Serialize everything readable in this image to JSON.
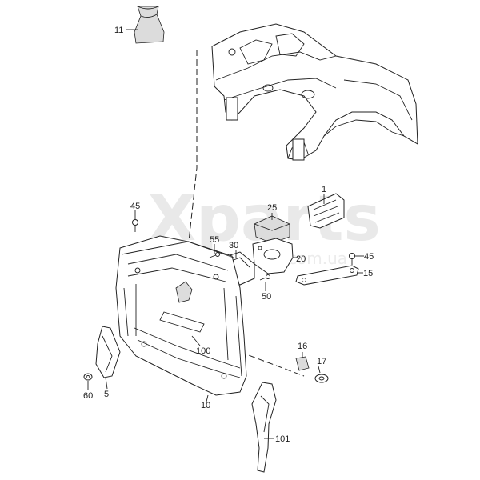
{
  "watermark": {
    "main": "Xparts",
    "sub": "com.ua"
  },
  "labels": [
    {
      "id": "11",
      "text": "11"
    },
    {
      "id": "1",
      "text": "1"
    },
    {
      "id": "25",
      "text": "25"
    },
    {
      "id": "45a",
      "text": "45"
    },
    {
      "id": "55",
      "text": "55"
    },
    {
      "id": "30",
      "text": "30"
    },
    {
      "id": "20",
      "text": "20"
    },
    {
      "id": "45b",
      "text": "45"
    },
    {
      "id": "15",
      "text": "15"
    },
    {
      "id": "50",
      "text": "50"
    },
    {
      "id": "100",
      "text": "100"
    },
    {
      "id": "16",
      "text": "16"
    },
    {
      "id": "17",
      "text": "17"
    },
    {
      "id": "60",
      "text": "60"
    },
    {
      "id": "5",
      "text": "5"
    },
    {
      "id": "10",
      "text": "10"
    },
    {
      "id": "101",
      "text": "101"
    }
  ]
}
